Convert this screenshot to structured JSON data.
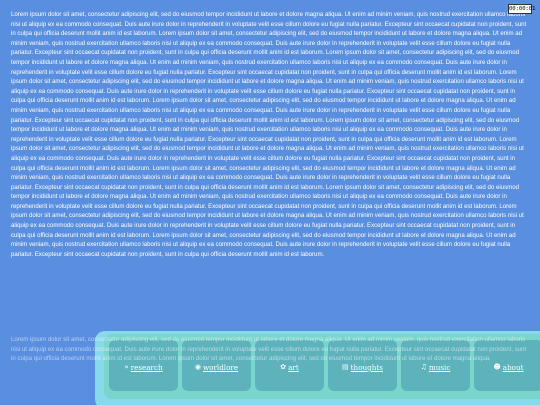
{
  "clock": {
    "time": "00:00:01"
  },
  "body_text": "Lorem ipsum dolor sit amet, consectetur adipiscing elit, sed do eiusmod tempor incididunt ut labore et dolore magna aliqua. Ut enim ad minim veniam, quis nostrud exercitation ullamco laboris nisi ut aliquip ex ea commodo consequat. Duis aute irure dolor in reprehenderit in voluptate velit esse cillum dolore eu fugiat nulla pariatur. Excepteur sint occaecat cupidatat non proident, sunt in culpa qui officia deserunt mollit anim id est laborum. Lorem ipsum dolor sit amet, consectetur adipiscing elit, sed do eiusmod tempor incididunt ut labore et dolore magna aliqua. Ut enim ad minim veniam, quis nostrud exercitation ullamco laboris nisi ut aliquip ex ea commodo consequat. Duis aute irure dolor in reprehenderit in voluptate velit esse cillum dolore eu fugiat nulla pariatur. Excepteur sint occaecat cupidatat non proident, sunt in culpa qui officia deserunt mollit anim id est laborum. Lorem ipsum dolor sit amet, consectetur adipiscing elit, sed do eiusmod tempor incididunt ut labore et dolore magna aliqua. Ut enim ad minim veniam, quis nostrud exercitation ullamco laboris nisi ut aliquip ex ea commodo consequat. Duis aute irure dolor in reprehenderit in voluptate velit esse cillum dolore eu fugiat nulla pariatur. Excepteur sint occaecat cupidatat non proident, sunt in culpa qui officia deserunt mollit anim id est laborum. Lorem ipsum dolor sit amet, consectetur adipiscing elit, sed do eiusmod tempor incididunt ut labore et dolore magna aliqua. Ut enim ad minim veniam, quis nostrud exercitation ullamco laboris nisi ut aliquip ex ea commodo consequat. Duis aute irure dolor in reprehenderit in voluptate velit esse cillum dolore eu fugiat nulla pariatur. Excepteur sint occaecat cupidatat non proident, sunt in culpa qui officia deserunt mollit anim id est laborum. Lorem ipsum dolor sit amet, consectetur adipiscing elit, sed do eiusmod tempor incididunt ut labore et dolore magna aliqua. Ut enim ad minim veniam, quis nostrud exercitation ullamco laboris nisi ut aliquip ex ea commodo consequat. Duis aute irure dolor in reprehenderit in voluptate velit esse cillum dolore eu fugiat nulla pariatur. Excepteur sint occaecat cupidatat non proident, sunt in culpa qui officia deserunt mollit anim id est laborum. Lorem ipsum dolor sit amet, consectetur adipiscing elit, sed do eiusmod tempor incididunt ut labore et dolore magna aliqua. Ut enim ad minim veniam, quis nostrud exercitation ullamco laboris nisi ut aliquip ex ea commodo consequat. Duis aute irure dolor in reprehenderit in voluptate velit esse cillum dolore eu fugiat nulla pariatur. Excepteur sint occaecat cupidatat non proident, sunt in culpa qui officia deserunt mollit anim id est laborum. Lorem ipsum dolor sit amet, consectetur adipiscing elit, sed do eiusmod tempor incididunt ut labore et dolore magna aliqua. Ut enim ad minim veniam, quis nostrud exercitation ullamco laboris nisi ut aliquip ex ea commodo consequat. Duis aute irure dolor in reprehenderit in voluptate velit esse cillum dolore eu fugiat nulla pariatur. Excepteur sint occaecat cupidatat non proident, sunt in culpa qui officia deserunt mollit anim id est laborum. Lorem ipsum dolor sit amet, consectetur adipiscing elit, sed do eiusmod tempor incididunt ut labore et dolore magna aliqua. Ut enim ad minim veniam, quis nostrud exercitation ullamco laboris nisi ut aliquip ex ea commodo consequat. Duis aute irure dolor in reprehenderit in voluptate velit esse cillum dolore eu fugiat nulla pariatur. Excepteur sint occaecat cupidatat non proident, sunt in culpa qui officia deserunt mollit anim id est laborum. Lorem ipsum dolor sit amet, consectetur adipiscing elit, sed do eiusmod tempor incididunt ut labore et dolore magna aliqua. Ut enim ad minim veniam, quis nostrud exercitation ullamco laboris nisi ut aliquip ex ea commodo consequat. Duis aute irure dolor in reprehenderit in voluptate velit esse cillum dolore eu fugiat nulla pariatur. Excepteur sint occaecat cupidatat non proident, sunt in culpa qui officia deserunt mollit anim id est laborum. Lorem ipsum dolor sit amet, consectetur adipiscing elit, sed do eiusmod tempor incididunt ut labore et dolore magna aliqua. Ut enim ad minim veniam, quis nostrud exercitation ullamco laboris nisi ut aliquip ex ea commodo consequat. Duis aute irure dolor in reprehenderit in voluptate velit esse cillum dolore eu fugiat nulla pariatur. Excepteur sint occaecat cupidatat non proident, sunt in culpa qui officia deserunt mollit anim id est laborum. Lorem ipsum dolor sit amet, consectetur adipiscing elit, sed do eiusmod tempor incididunt ut labore et dolore magna aliqua. Ut enim ad minim veniam, quis nostrud exercitation ullamco laboris nisi ut aliquip ex ea commodo consequat. Duis aute irure dolor in reprehenderit in voluptate velit esse cillum dolore eu fugiat nulla pariatur. Excepteur sint occaecat cupidatat non proident, sunt in culpa qui officia deserunt mollit anim id est laborum.",
  "overlay_text": "Lorem ipsum dolor sit amet, consectetur adipiscing elit, sed do eiusmod tempor incididunt ut labore et dolore magna aliqua. Ut enim ad minim veniam, quis nostrud exercitation ullamco laboris nisi ut aliquip ex ea commodo consequat. Duis aute irure dolor in reprehenderit in voluptate velit esse cillum dolore eu fugiat nulla pariatur. Excepteur sint occaecat cupidatat non proident, sunt in culpa qui officia deserunt mollit anim id est laborum. Lorem ipsum dolor sit amet, consectetur adipiscing elit, sed do eiusmod tempor incididunt ut labore et dolore magna aliqua.",
  "dock": {
    "items": [
      {
        "icon": "double-chevron-right-icon",
        "glyph": "»",
        "label": "research"
      },
      {
        "icon": "globe-icon",
        "glyph": "◉",
        "label": "worldlore"
      },
      {
        "icon": "palette-icon",
        "glyph": "✿",
        "label": "art"
      },
      {
        "icon": "book-icon",
        "glyph": "▤",
        "label": "thoughts"
      },
      {
        "icon": "music-note-icon",
        "glyph": "♫",
        "label": "music"
      },
      {
        "icon": "person-icon",
        "glyph": "☻",
        "label": "about"
      }
    ]
  }
}
